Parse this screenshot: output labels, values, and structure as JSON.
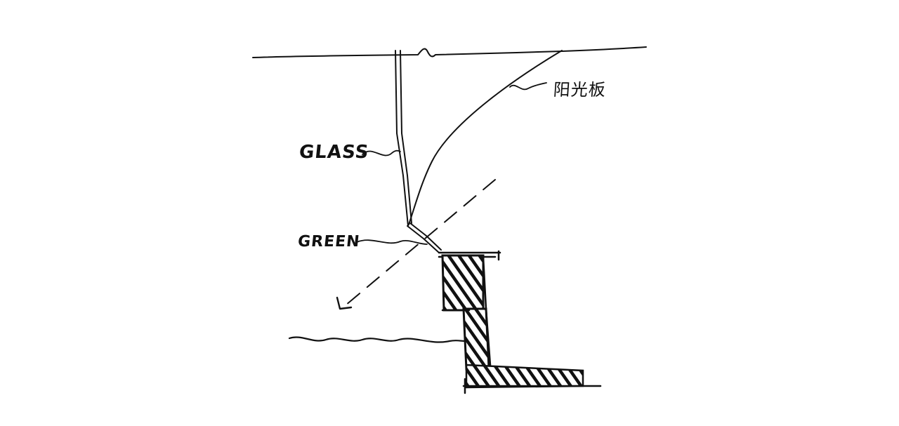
{
  "labels": {
    "glass": "GLASS",
    "green": "GREEN",
    "sunshade": "阳光板"
  },
  "colors": {
    "ink": "#111111",
    "paper": "#ffffff"
  }
}
